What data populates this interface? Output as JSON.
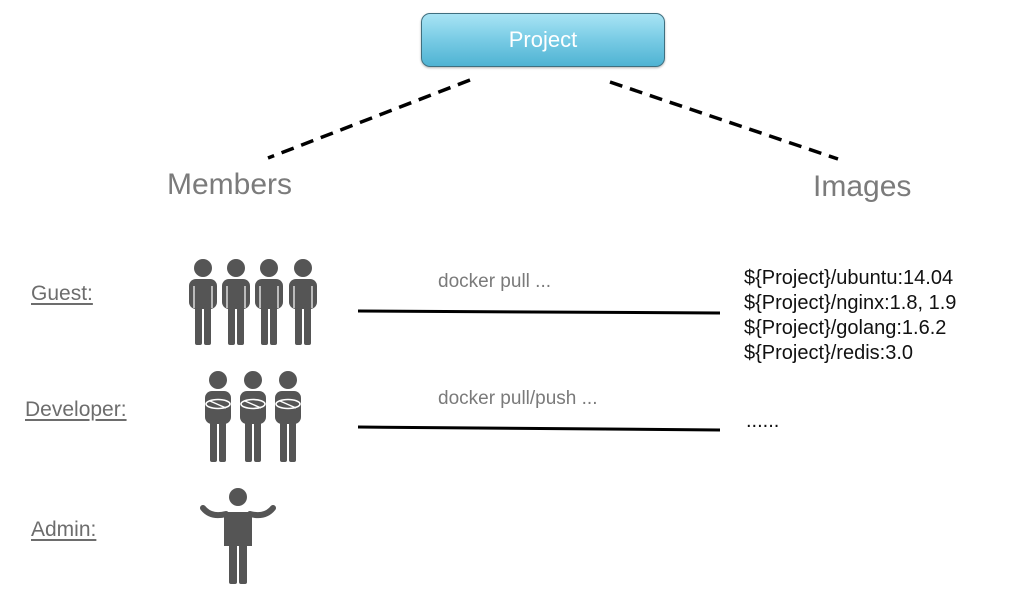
{
  "project": {
    "label": "Project"
  },
  "headings": {
    "members": "Members",
    "images": "Images"
  },
  "roles": [
    {
      "label": "Guest:",
      "command": "docker pull ..."
    },
    {
      "label": "Developer:",
      "command": "docker pull/push ..."
    },
    {
      "label": "Admin:"
    }
  ],
  "images": [
    "${Project}/ubuntu:14.04",
    "${Project}/nginx:1.8,  1.9",
    "${Project}/golang:1.6.2",
    "${Project}/redis:3.0"
  ],
  "images_more": "......",
  "colors": {
    "figure": "#555555",
    "box_top": "#a9e4f4",
    "box_bottom": "#4fb3d3"
  }
}
